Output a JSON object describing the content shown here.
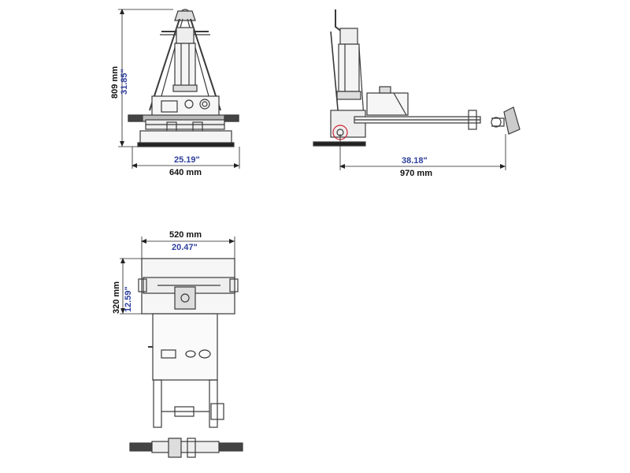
{
  "colors": {
    "line": "#3a3a3a",
    "dim_black": "#111111",
    "dim_blue": "#2e3f9e"
  },
  "front_view": {
    "height_mm": "809 mm",
    "height_in": "31.85\"",
    "width_in": "25.19\"",
    "width_mm": "640 mm"
  },
  "side_view": {
    "length_in": "38.18\"",
    "length_mm": "970 mm"
  },
  "top_view": {
    "width_mm": "520 mm",
    "width_in": "20.47\"",
    "depth_mm": "320 mm",
    "depth_in": "12.59\""
  }
}
